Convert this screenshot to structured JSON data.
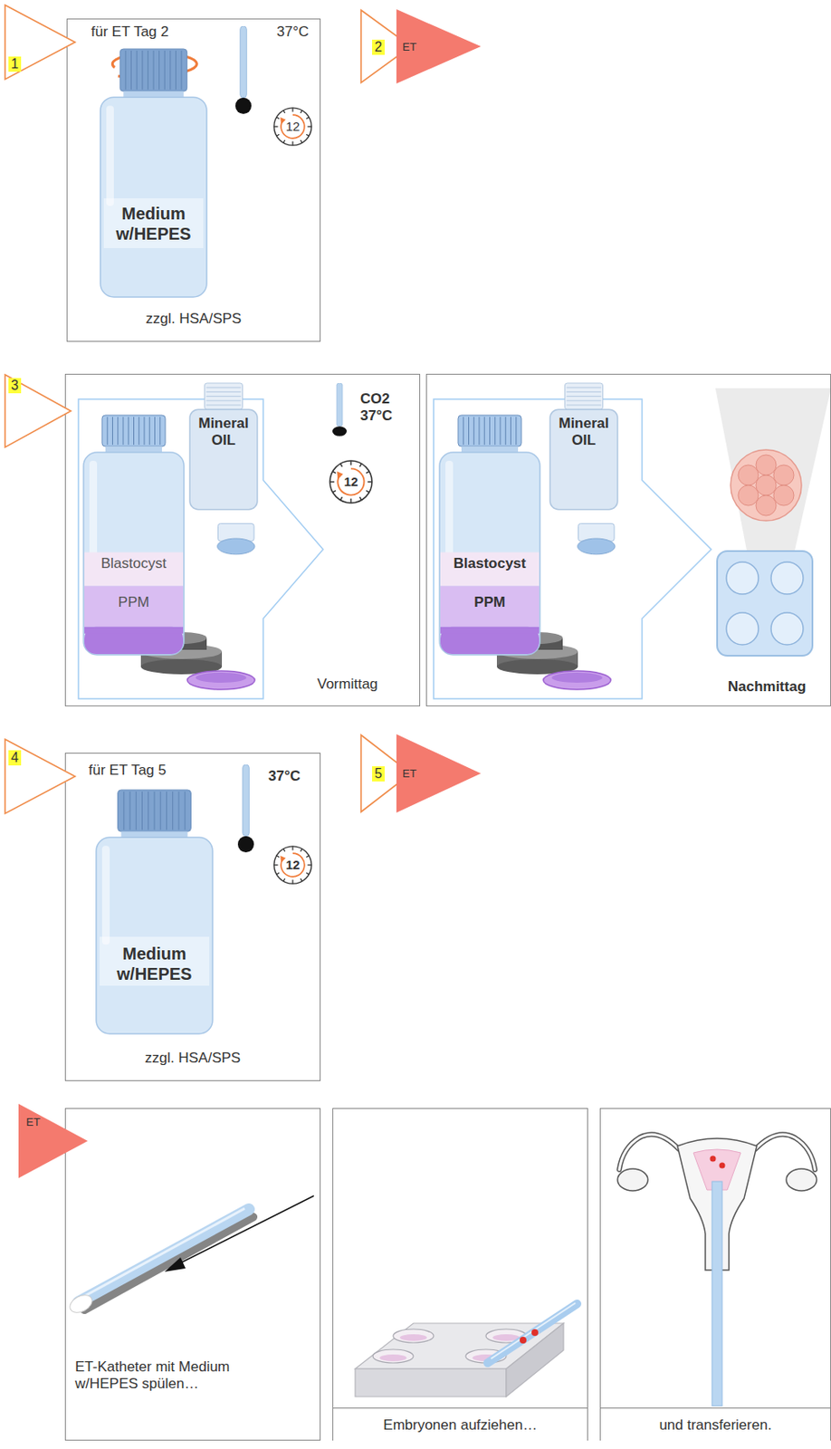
{
  "diagram": {
    "nodes": [
      {
        "text": [
          "1"
        ]
      },
      {
        "text": [
          "für ET Tag 2",
          "37°C",
          "zzgl. HSA/SPS"
        ]
      },
      {
        "text": [
          "Medium w/HEPES"
        ],
        "in": 1
      },
      {
        "text": [
          "2",
          "ET"
        ]
      },
      {
        "text": [
          "3"
        ]
      },
      {
        "text": [
          "CO2 37°C",
          "Vormittag"
        ]
      },
      {
        "text": [
          "Blastocyst",
          "PPM"
        ],
        "in": 5
      },
      {
        "text": [
          "Mineral OIL"
        ],
        "in": 5
      },
      {
        "text": [
          "Nachmittag"
        ]
      },
      {
        "text": [
          "Blastocyst",
          "PPM"
        ],
        "in": 8
      },
      {
        "text": [
          "Mineral OIL"
        ],
        "in": 8
      },
      {
        "text": [
          "4"
        ]
      },
      {
        "text": [
          "für ET Tag 5",
          "37°C",
          "zzgl. HSA/SPS"
        ]
      },
      {
        "text": [
          "Medium w/HEPES"
        ],
        "in": 12
      },
      {
        "text": [
          "5",
          "ET"
        ]
      },
      {
        "text": [
          "ET"
        ]
      },
      {
        "text": [
          "ET-Katheter mit Medium w/HEPES spülen…"
        ]
      },
      {
        "text": [
          "Embryonen aufziehen…"
        ]
      },
      {
        "text": [
          "und transferieren."
        ]
      }
    ],
    "labels": [
      "12",
      "12",
      "12"
    ]
  }
}
